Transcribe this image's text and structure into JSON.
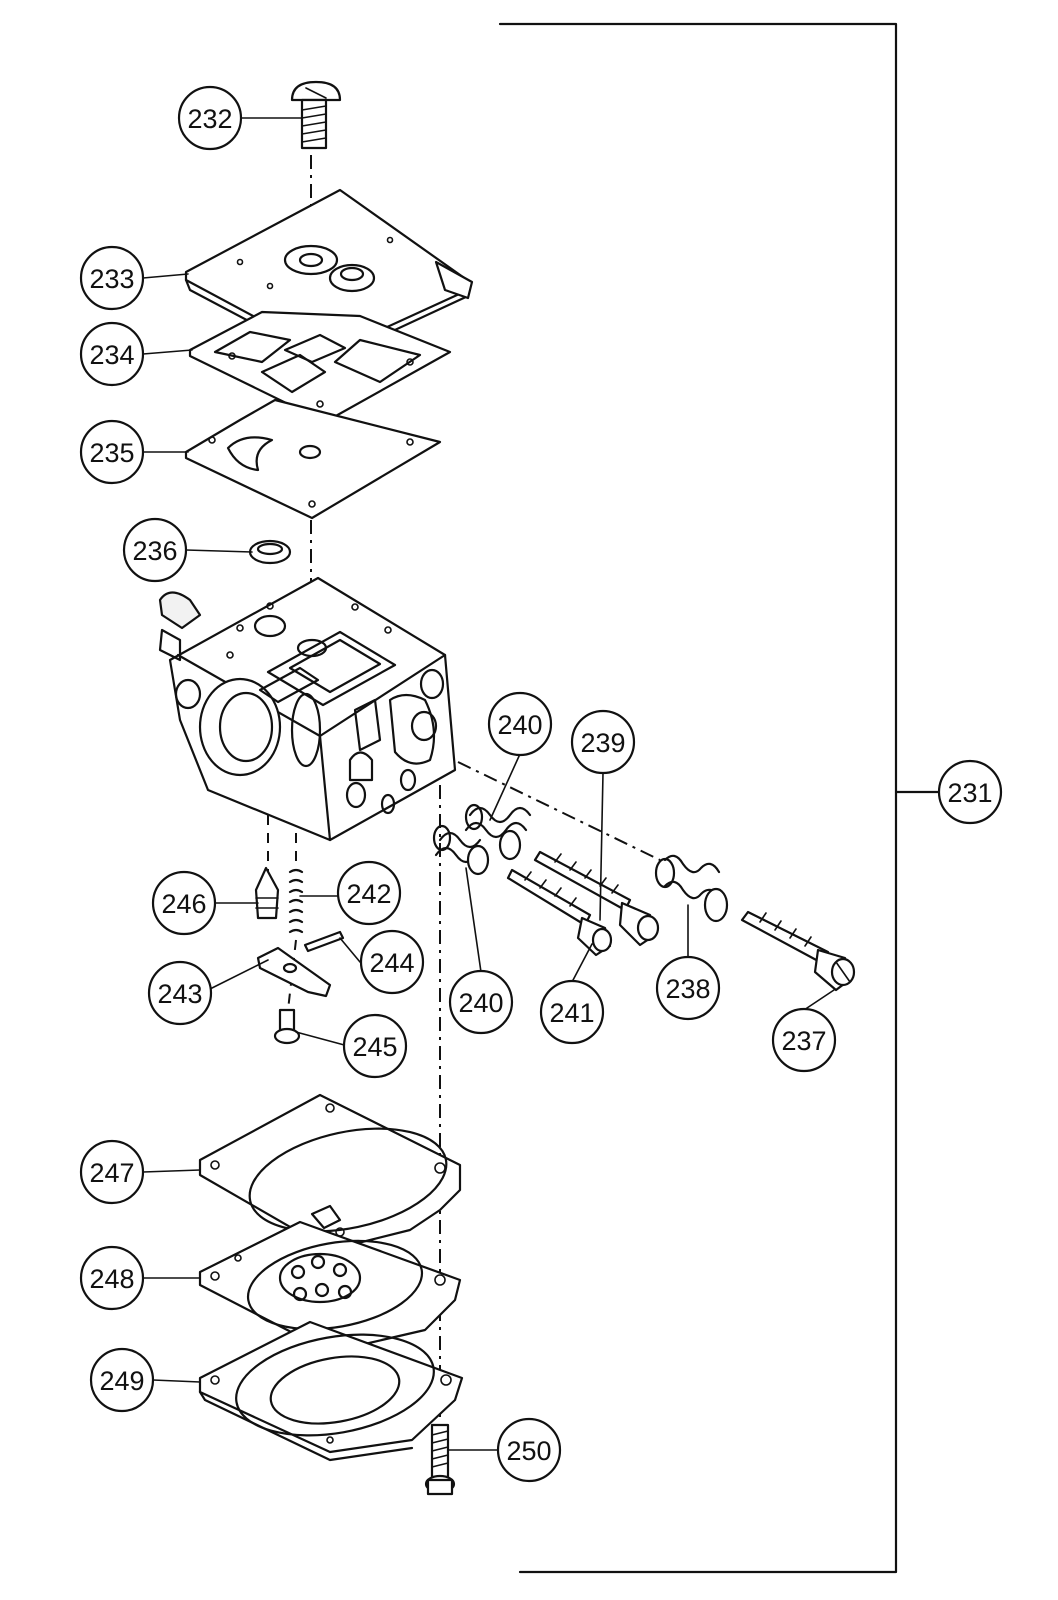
{
  "diagram": {
    "colors": {
      "ink": "#111111",
      "paper": "#ffffff"
    },
    "callouts": [
      {
        "id": "231",
        "label": "231"
      },
      {
        "id": "232",
        "label": "232"
      },
      {
        "id": "233",
        "label": "233"
      },
      {
        "id": "234",
        "label": "234"
      },
      {
        "id": "235",
        "label": "235"
      },
      {
        "id": "236",
        "label": "236"
      },
      {
        "id": "237",
        "label": "237"
      },
      {
        "id": "238",
        "label": "238"
      },
      {
        "id": "239",
        "label": "239"
      },
      {
        "id": "240a",
        "label": "240"
      },
      {
        "id": "240b",
        "label": "240"
      },
      {
        "id": "241",
        "label": "241"
      },
      {
        "id": "242",
        "label": "242"
      },
      {
        "id": "243",
        "label": "243"
      },
      {
        "id": "244",
        "label": "244"
      },
      {
        "id": "245",
        "label": "245"
      },
      {
        "id": "246",
        "label": "246"
      },
      {
        "id": "247",
        "label": "247"
      },
      {
        "id": "248",
        "label": "248"
      },
      {
        "id": "249",
        "label": "249"
      },
      {
        "id": "250",
        "label": "250"
      }
    ]
  }
}
